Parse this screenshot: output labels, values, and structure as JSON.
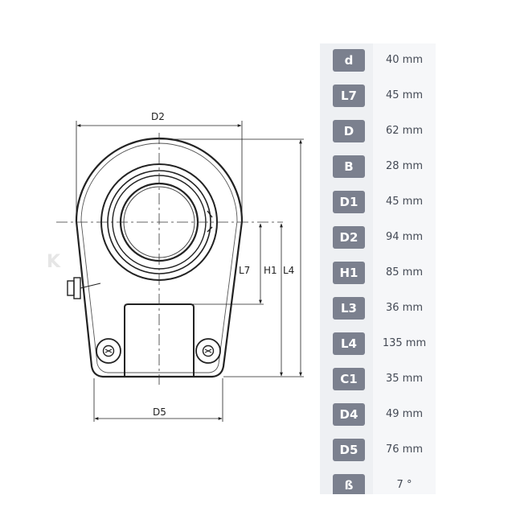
{
  "drawing": {
    "dimension_labels": {
      "d2": "D2",
      "d5": "D5",
      "l7": "L7",
      "h1": "H1",
      "l4": "L4"
    }
  },
  "specs": [
    {
      "label": "d",
      "value": "40 mm"
    },
    {
      "label": "L7",
      "value": "45 mm"
    },
    {
      "label": "D",
      "value": "62 mm"
    },
    {
      "label": "B",
      "value": "28 mm"
    },
    {
      "label": "D1",
      "value": "45 mm"
    },
    {
      "label": "D2",
      "value": "94 mm"
    },
    {
      "label": "H1",
      "value": "85 mm"
    },
    {
      "label": "L3",
      "value": "36 mm"
    },
    {
      "label": "L4",
      "value": "135 mm"
    },
    {
      "label": "C1",
      "value": "35 mm"
    },
    {
      "label": "D4",
      "value": "49 mm"
    },
    {
      "label": "D5",
      "value": "76 mm"
    },
    {
      "label": "ß",
      "value": "7 °"
    }
  ],
  "colors": {
    "label_badge": "#7b808e",
    "panel_left": "#eef0f3",
    "panel_right": "#f6f7f9"
  }
}
